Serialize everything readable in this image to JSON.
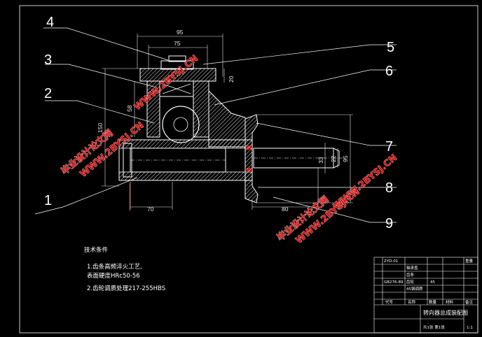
{
  "colors": {
    "background": "#000000",
    "outline": "#ffffff",
    "dimension": "#e8e8e8",
    "red": "#e01010",
    "hatch": "#ffffff"
  },
  "callouts": [
    "1",
    "2",
    "3",
    "4",
    "5",
    "6",
    "7",
    "8",
    "9"
  ],
  "dimensions": {
    "d95_top": "95",
    "d75_top": "75",
    "d20": "20",
    "d58": "58",
    "d150": "150",
    "d70": "70",
    "d80": "80",
    "d95_right": "95",
    "d22": "22",
    "d33": "33"
  },
  "tech_notes": {
    "heading": "技术条件",
    "line1": "1.齿条高频淬火工艺,",
    "line2": "表面硬度HRc50-56",
    "line3": "2.齿轮调质处理217-255HBS"
  },
  "watermark": {
    "cn": "毕业设计论文网",
    "url": "WWW.2BYSJ.CN"
  },
  "title_block": {
    "r1": "ZYD-01",
    "r2": "轴承盖",
    "r3": "齿条",
    "r4": "GB276-89",
    "r5": "齿轮",
    "r6": "45",
    "r7": "45钢调质",
    "h_code": "代号",
    "h_name": "名称",
    "h_qty": "数量",
    "h_mat": "材料",
    "h_wt": "重量",
    "h_note": "备注",
    "product": "转向器总成装配图",
    "sheet": "共1张 第1张",
    "scale": "1:1"
  }
}
